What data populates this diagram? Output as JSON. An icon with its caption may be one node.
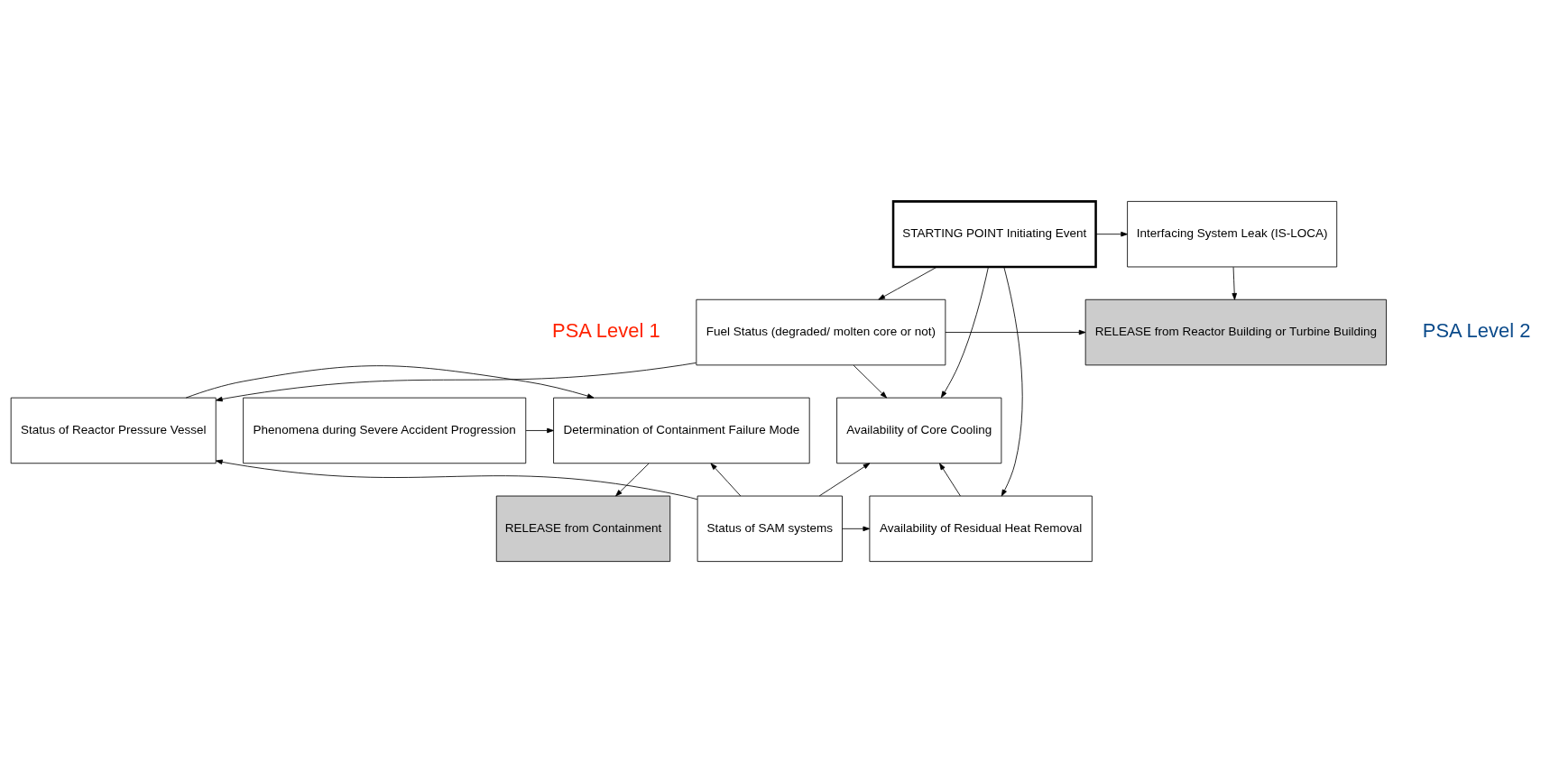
{
  "diagram": {
    "nodes": [
      {
        "text": [
          "STARTING POINT Initiating Event"
        ]
      },
      {
        "text": [
          "Interfacing System Leak (IS-LOCA)"
        ]
      },
      {
        "text": [
          "Fuel Status (degraded/ molten core or not)"
        ]
      },
      {
        "text": [
          "RELEASE from Reactor Building or Turbine Building"
        ]
      },
      {
        "text": [
          "Availability of Core Cooling"
        ]
      },
      {
        "text": [
          "Status of Reactor Pressure Vessel"
        ]
      },
      {
        "text": [
          "Determination of Containment Failure Mode"
        ]
      },
      {
        "text": [
          "Phenomena during Severe Accident Progression"
        ]
      },
      {
        "text": [
          "Availability of Residual Heat Removal"
        ]
      },
      {
        "text": [
          "Status of SAM systems"
        ]
      },
      {
        "text": [
          "RELEASE from Containment"
        ]
      }
    ],
    "edges": [
      {
        "from": 0,
        "to": 1,
        "arrow": "to"
      },
      {
        "from": 0,
        "to": 2,
        "arrow": "to"
      },
      {
        "from": 0,
        "to": 4,
        "arrow": "to"
      },
      {
        "from": 0,
        "to": 8,
        "arrow": "to"
      },
      {
        "from": 1,
        "to": 3,
        "arrow": "to"
      },
      {
        "from": 2,
        "to": 3,
        "arrow": "to"
      },
      {
        "from": 2,
        "to": 4,
        "arrow": "to"
      },
      {
        "from": 2,
        "to": 5,
        "arrow": "to"
      },
      {
        "from": 5,
        "to": 6,
        "arrow": "to"
      },
      {
        "from": 7,
        "to": 6,
        "arrow": "to"
      },
      {
        "from": 6,
        "to": 10,
        "arrow": "to"
      },
      {
        "from": 8,
        "to": 4,
        "arrow": "to"
      },
      {
        "from": 9,
        "to": 4,
        "arrow": "to"
      },
      {
        "from": 9,
        "to": 5,
        "arrow": "to"
      },
      {
        "from": 9,
        "to": 8,
        "arrow": "to"
      },
      {
        "from": 9,
        "to": 6,
        "arrow": "to"
      }
    ],
    "labels": [
      "PSA Level 1",
      "PSA Level 2"
    ]
  }
}
